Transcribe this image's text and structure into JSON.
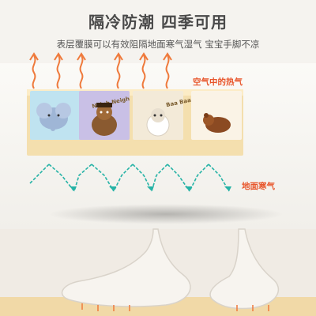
{
  "title": "隔冷防潮 四季可用",
  "subtitle": "表层覆膜可以有效阻隔地面寒气湿气 宝宝手脚不凉",
  "labels": {
    "hot_air": "空气中的热气",
    "cold_air": "地面寒气"
  },
  "tiles": {
    "horse_caption": "Neigh Neigh",
    "sheep_caption": "Baa Baa"
  },
  "colors": {
    "hot_arrow": "#ef7a3c",
    "cold_arrow": "#26b3a6",
    "accent_text": "#e8562c"
  }
}
